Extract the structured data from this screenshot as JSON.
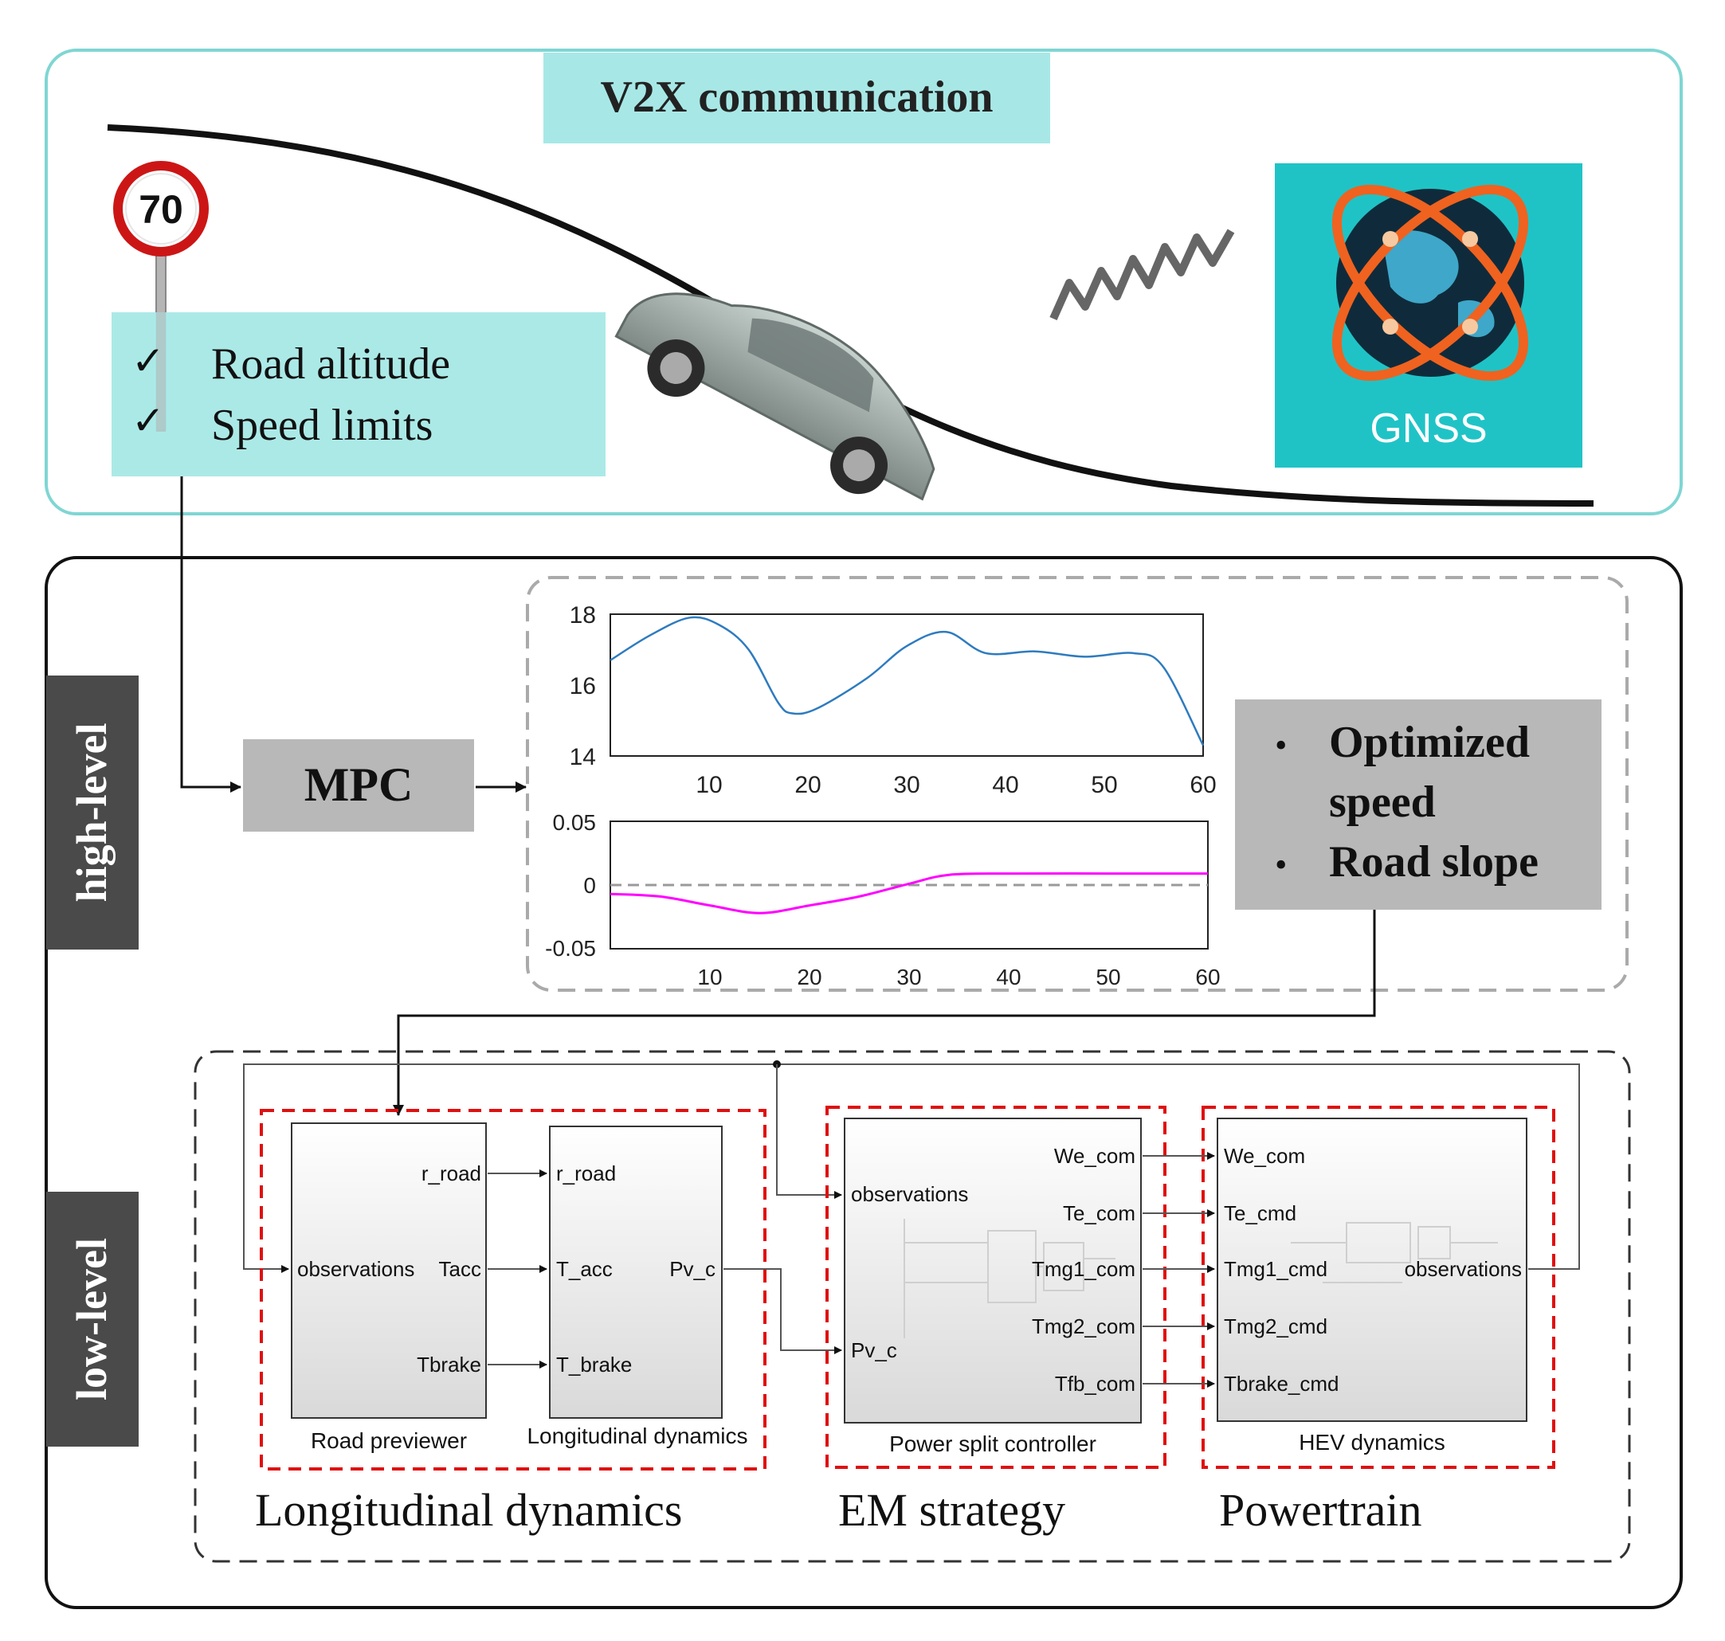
{
  "top_panel": {
    "title": "V2X communication",
    "speed_sign": "70",
    "info_items": [
      "Road altitude",
      "Speed limits"
    ],
    "gnss_label": "GNSS"
  },
  "side_labels": {
    "high": "high-level",
    "low": "low-level"
  },
  "mpc_label": "MPC",
  "output_box": {
    "line1": "Optimized",
    "line2": "speed",
    "line3": "Road slope",
    "bullet": "•"
  },
  "chart_data": [
    {
      "type": "line",
      "title": "",
      "xlim": [
        0,
        60
      ],
      "ylim": [
        14,
        18
      ],
      "x_ticks": [
        "10",
        "20",
        "30",
        "40",
        "50",
        "60"
      ],
      "y_ticks": [
        "18",
        "16",
        "14"
      ],
      "series": [
        {
          "color": "#2e7bbf",
          "x": [
            0,
            4,
            8,
            11,
            14,
            17,
            18.5,
            21,
            26,
            30,
            34,
            38,
            43,
            48,
            53,
            56,
            60
          ],
          "y": [
            16.7,
            17.4,
            17.9,
            17.7,
            17.0,
            15.5,
            15.2,
            15.35,
            16.2,
            17.1,
            17.5,
            16.9,
            16.95,
            16.8,
            16.9,
            16.5,
            14.3
          ]
        }
      ]
    },
    {
      "type": "line",
      "title": "",
      "xlim": [
        0,
        60
      ],
      "ylim": [
        -0.05,
        0.05
      ],
      "x_ticks": [
        "10",
        "20",
        "30",
        "40",
        "50",
        "60"
      ],
      "y_ticks": [
        "0.05",
        "0",
        "-0.05"
      ],
      "reference_line": 0,
      "series": [
        {
          "color": "#ff00ff",
          "x": [
            0,
            5,
            10,
            15,
            20,
            25,
            30,
            34,
            40,
            50,
            60
          ],
          "y": [
            -0.007,
            -0.009,
            -0.016,
            -0.022,
            -0.016,
            -0.009,
            0.001,
            0.008,
            0.009,
            0.009,
            0.009
          ]
        }
      ]
    }
  ],
  "blocks": {
    "road_previewer": {
      "name": "Road previewer",
      "in": [
        "observations"
      ],
      "out": [
        "r_road",
        "Tacc",
        "Tbrake"
      ]
    },
    "longitudinal": {
      "name": "Longitudinal dynamics",
      "in": [
        "r_road",
        "T_acc",
        "T_brake"
      ],
      "out": [
        "Pv_c"
      ]
    },
    "power_split": {
      "name": "Power split controller",
      "in": [
        "observations",
        "Pv_c"
      ],
      "out": [
        "We_com",
        "Te_com",
        "Tmg1_com",
        "Tmg2_com",
        "Tfb_com"
      ]
    },
    "hev": {
      "name": "HEV dynamics",
      "in": [
        "We_com",
        "Te_cmd",
        "Tmg1_cmd",
        "Tmg2_cmd",
        "Tbrake_cmd"
      ],
      "out": [
        "observations"
      ]
    }
  },
  "group_labels": [
    "Longitudinal dynamics",
    "EM strategy",
    "Powertrain"
  ],
  "colors": {
    "teal_light": "#a7e8e6",
    "teal_border": "#7fd6d3",
    "gnss_bg": "#1fc3c6",
    "grey_box": "#b8b8b8",
    "dark_label": "#4a4a4a",
    "red_dash": "#e01010"
  }
}
